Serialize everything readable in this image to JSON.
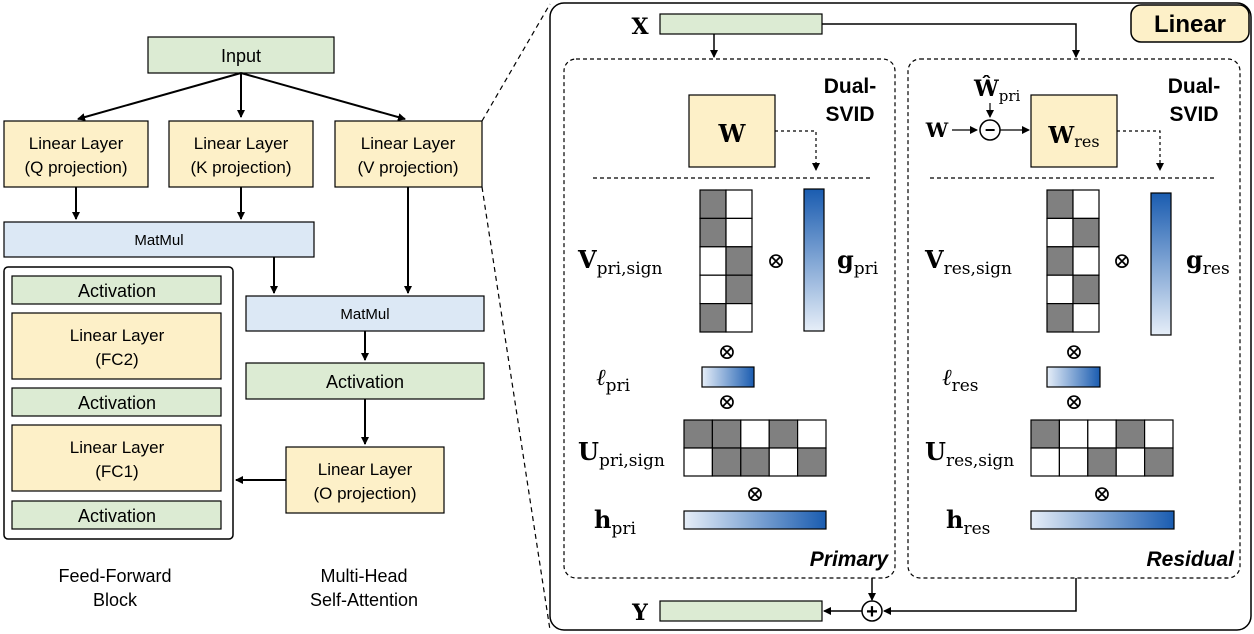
{
  "left": {
    "input": "Input",
    "q_proj": {
      "line1": "Linear Layer",
      "line2": "(Q projection)"
    },
    "k_proj": {
      "line1": "Linear Layer",
      "line2": "(K projection)"
    },
    "v_proj": {
      "line1": "Linear Layer",
      "line2": "(V projection)"
    },
    "matmul1": "MatMul",
    "matmul2": "MatMul",
    "activation": "Activation",
    "o_proj": {
      "line1": "Linear Layer",
      "line2": "(O projection)"
    },
    "ffn": {
      "act_top": "Activation",
      "fc2": {
        "line1": "Linear Layer",
        "line2": "(FC2)"
      },
      "act_mid": "Activation",
      "fc1": {
        "line1": "Linear Layer",
        "line2": "(FC1)"
      },
      "act_bottom": "Activation"
    },
    "caption_ffn": {
      "line1": "Feed-Forward",
      "line2": "Block"
    },
    "caption_mhsa": {
      "line1": "Multi-Head",
      "line2": "Self-Attention"
    }
  },
  "right": {
    "badge": "Linear",
    "x_label": "X",
    "y_label": "Y",
    "primary": {
      "title": {
        "line1": "Dual-",
        "line2": "SVID"
      },
      "w_label": "W",
      "v_base": "V",
      "v_sub": "pri,sign",
      "g_base": "g",
      "g_sub": "pri",
      "l_base": "ℓ",
      "l_sub": "pri",
      "u_base": "U",
      "u_sub": "pri,sign",
      "h_base": "h",
      "h_sub": "pri",
      "caption": "Primary"
    },
    "residual": {
      "title": {
        "line1": "Dual-",
        "line2": "SVID"
      },
      "w_hat_base": "Ŵ",
      "w_hat_sub": "pri",
      "w_in": "W",
      "minus": "−",
      "w_res_base": "W",
      "w_res_sub": "res",
      "v_base": "V",
      "v_sub": "res,sign",
      "g_base": "g",
      "g_sub": "res",
      "l_base": "ℓ",
      "l_sub": "res",
      "u_base": "U",
      "u_sub": "res,sign",
      "h_base": "h",
      "h_sub": "res",
      "caption": "Residual"
    },
    "otimes": "⊗",
    "oplus": "+"
  },
  "colors": {
    "green": "#dcebd3",
    "yellow": "#fdf0c8",
    "blue": "#dce8f5",
    "gray": "#808080",
    "dark_blue": "#1a5cb0"
  }
}
